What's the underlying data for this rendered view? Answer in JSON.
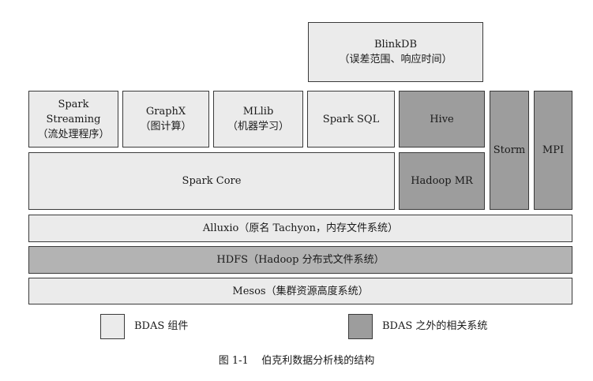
{
  "diagram": {
    "blinkdb": {
      "title": "BlinkDB",
      "subtitle": "（误差范围、响应时间）"
    },
    "spark_streaming": {
      "line1": "Spark",
      "line2": "Streaming",
      "line3": "（流处理程序）"
    },
    "graphx": {
      "title": "GraphX",
      "subtitle": "（图计算）"
    },
    "mllib": {
      "title": "MLlib",
      "subtitle": "（机器学习）"
    },
    "spark_sql": {
      "title": "Spark SQL"
    },
    "hive": {
      "title": "Hive"
    },
    "storm": {
      "title": "Storm"
    },
    "mpi": {
      "title": "MPI"
    },
    "spark_core": {
      "title": "Spark Core"
    },
    "hadoop_mr": {
      "title": "Hadoop MR"
    },
    "alluxio": {
      "title": "Alluxio（原名 Tachyon，内存文件系统）"
    },
    "hdfs": {
      "title": "HDFS（Hadoop 分布式文件系统）"
    },
    "mesos": {
      "title": "Mesos（集群资源高度系统）"
    }
  },
  "legend": {
    "bdas_component": "BDAS 组件",
    "external_systems": "BDAS 之外的相关系统"
  },
  "caption": "图 1-1    伯克利数据分析栈的结构",
  "colors": {
    "bdas_fill": "#ebebeb",
    "external_fill": "#9d9d9d",
    "hdfs_fill": "#b3b3b3",
    "border": "#3a3a3a"
  }
}
